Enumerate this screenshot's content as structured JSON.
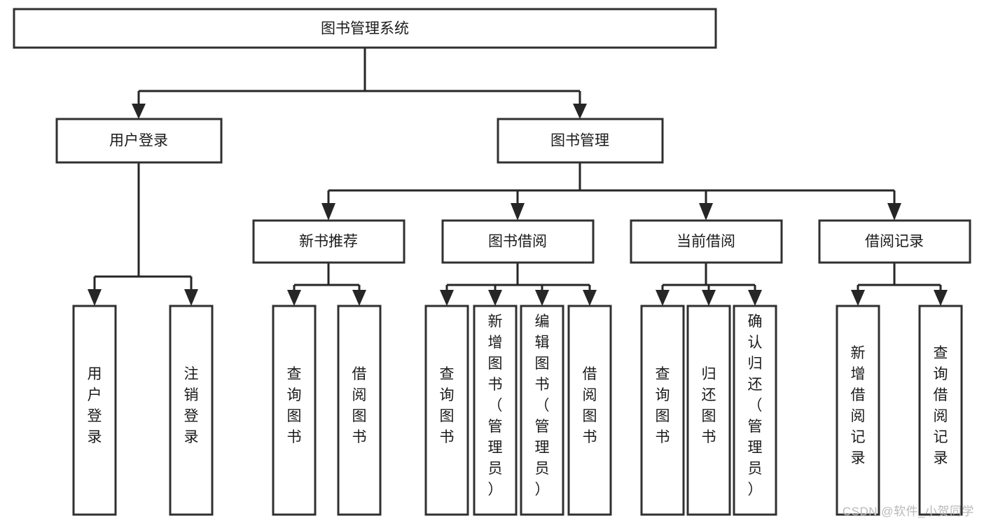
{
  "diagram": {
    "type": "tree-hierarchy",
    "title": "图书管理系统",
    "watermark": "CSDN @软件_小贺同学",
    "colors": {
      "box_stroke": "#303030",
      "box_fill": "#ffffff",
      "edge": "#262626",
      "text": "#1b1b1b",
      "watermark": "#b9b9b9",
      "background": "#ffffff"
    },
    "levels": [
      {
        "level": 1,
        "nodes": [
          {
            "id": "root",
            "label": "图书管理系统",
            "orientation": "horizontal"
          }
        ]
      },
      {
        "level": 2,
        "nodes": [
          {
            "id": "user-login",
            "label": "用户登录",
            "orientation": "horizontal",
            "parent": "root"
          },
          {
            "id": "book-manage",
            "label": "图书管理",
            "orientation": "horizontal",
            "parent": "root"
          }
        ]
      },
      {
        "level": 3,
        "nodes": [
          {
            "id": "new-book-rec",
            "label": "新书推荐",
            "orientation": "horizontal",
            "parent": "book-manage"
          },
          {
            "id": "book-borrow",
            "label": "图书借阅",
            "orientation": "horizontal",
            "parent": "book-manage"
          },
          {
            "id": "current-borrow",
            "label": "当前借阅",
            "orientation": "horizontal",
            "parent": "book-manage"
          },
          {
            "id": "borrow-record",
            "label": "借阅记录",
            "orientation": "horizontal",
            "parent": "book-manage"
          }
        ]
      },
      {
        "level": 4,
        "nodes": [
          {
            "id": "leaf-user-login",
            "label": "用户登录",
            "orientation": "vertical",
            "parent": "user-login"
          },
          {
            "id": "leaf-logout",
            "label": "注销登录",
            "orientation": "vertical",
            "parent": "user-login"
          },
          {
            "id": "leaf-query-book-1",
            "label": "查询图书",
            "orientation": "vertical",
            "parent": "new-book-rec"
          },
          {
            "id": "leaf-borrow-book-1",
            "label": "借阅图书",
            "orientation": "vertical",
            "parent": "new-book-rec"
          },
          {
            "id": "leaf-query-book-2",
            "label": "查询图书",
            "orientation": "vertical",
            "parent": "book-borrow"
          },
          {
            "id": "leaf-add-book",
            "label": "新增图书（管理员）",
            "orientation": "vertical",
            "parent": "book-borrow"
          },
          {
            "id": "leaf-edit-book",
            "label": "编辑图书（管理员）",
            "orientation": "vertical",
            "parent": "book-borrow"
          },
          {
            "id": "leaf-borrow-book-2",
            "label": "借阅图书",
            "orientation": "vertical",
            "parent": "book-borrow"
          },
          {
            "id": "leaf-query-book-3",
            "label": "查询图书",
            "orientation": "vertical",
            "parent": "current-borrow"
          },
          {
            "id": "leaf-return-book",
            "label": "归还图书",
            "orientation": "vertical",
            "parent": "current-borrow"
          },
          {
            "id": "leaf-confirm-return",
            "label": "确认归还（管理员）",
            "orientation": "vertical",
            "parent": "current-borrow"
          },
          {
            "id": "leaf-add-record",
            "label": "新增借阅记录",
            "orientation": "vertical",
            "parent": "borrow-record"
          },
          {
            "id": "leaf-query-record",
            "label": "查询借阅记录",
            "orientation": "vertical",
            "parent": "borrow-record"
          }
        ]
      }
    ]
  }
}
